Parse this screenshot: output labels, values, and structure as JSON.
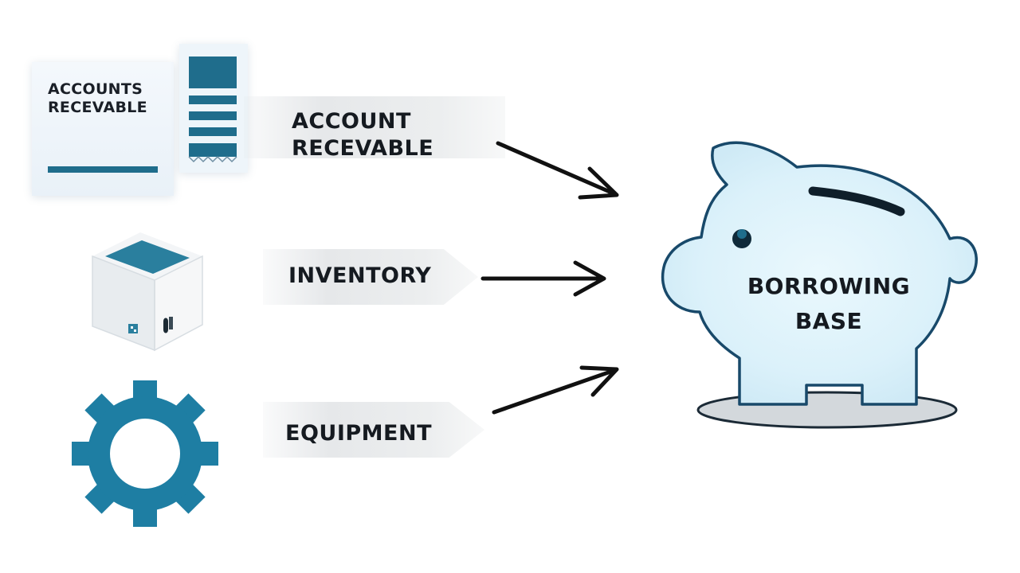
{
  "inputs": [
    {
      "id": "accounts-receivable",
      "icon": "document-receipt-icon",
      "document_label": "ACCOUNTS\nRECEVABLE",
      "label": "ACCOUNT\nRECEVABLE"
    },
    {
      "id": "inventory",
      "icon": "box-icon",
      "label": "INVENTORY"
    },
    {
      "id": "equipment",
      "icon": "gear-icon",
      "label": "EQUIPMENT"
    }
  ],
  "target": {
    "icon": "piggy-bank-icon",
    "label_line1": "BORROWING",
    "label_line2": "BASE"
  },
  "colors": {
    "accent": "#1f6d8c",
    "gear": "#1e7ea3",
    "pig_fill": "#def3fb",
    "pig_stroke": "#18496a",
    "arrow": "#111111"
  }
}
